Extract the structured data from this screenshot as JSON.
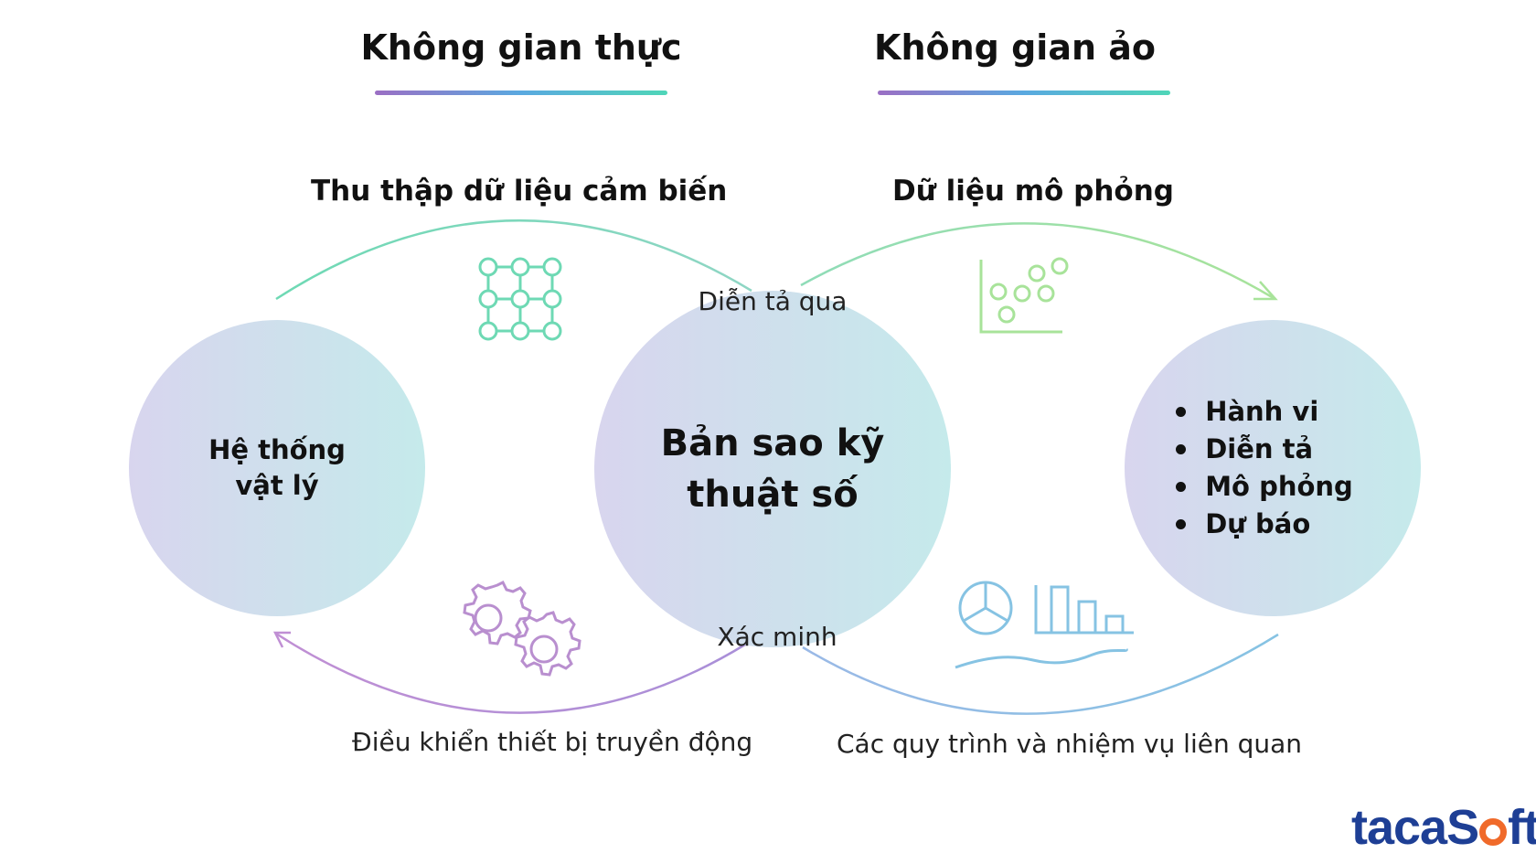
{
  "headings": {
    "real_space": "Không gian thực",
    "virtual_space": "Không gian ảo"
  },
  "flows": {
    "top_left": "Thu thập dữ liệu cảm biến",
    "top_right": "Dữ liệu mô phỏng",
    "bottom_left": "Điều khiển thiết bị truyền động",
    "bottom_right": "Các quy trình và nhiệm vụ liên quan",
    "center_top": "Diễn tả qua",
    "center_bottom": "Xác minh"
  },
  "circles": {
    "left": {
      "line1": "Hệ thống",
      "line2": "vật lý"
    },
    "center": {
      "line1": "Bản sao kỹ",
      "line2": "thuật số"
    },
    "right": {
      "items": [
        "Hành vi",
        "Diễn tả",
        "Mô phỏng",
        "Dự báo"
      ]
    }
  },
  "logo": {
    "prefix": "taca",
    "mid": "S",
    "suffix": "ft"
  },
  "icons": [
    "sensor-grid-icon",
    "scatter-plot-icon",
    "gears-icon",
    "pie-chart-icon",
    "bar-chart-icon",
    "line-wave-icon"
  ],
  "colors": {
    "green": "#6ed9b4",
    "light_green": "#a8e39a",
    "purple": "#b98fcf",
    "blue": "#86c3e3",
    "brand_blue": "#1e3f95",
    "brand_orange": "#f06a2a"
  }
}
